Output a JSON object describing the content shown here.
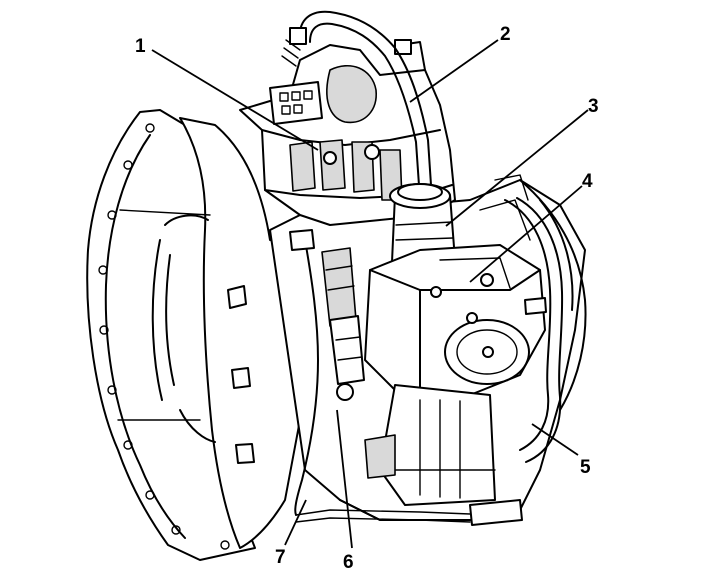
{
  "callouts": [
    {
      "id": "1",
      "label": "1"
    },
    {
      "id": "2",
      "label": "2"
    },
    {
      "id": "3",
      "label": "3"
    },
    {
      "id": "4",
      "label": "4"
    },
    {
      "id": "5",
      "label": "5"
    },
    {
      "id": "6",
      "label": "6"
    },
    {
      "id": "7",
      "label": "7"
    }
  ],
  "colors": {
    "line": "#000000",
    "background": "#ffffff",
    "shade": "#d9d9d9"
  }
}
